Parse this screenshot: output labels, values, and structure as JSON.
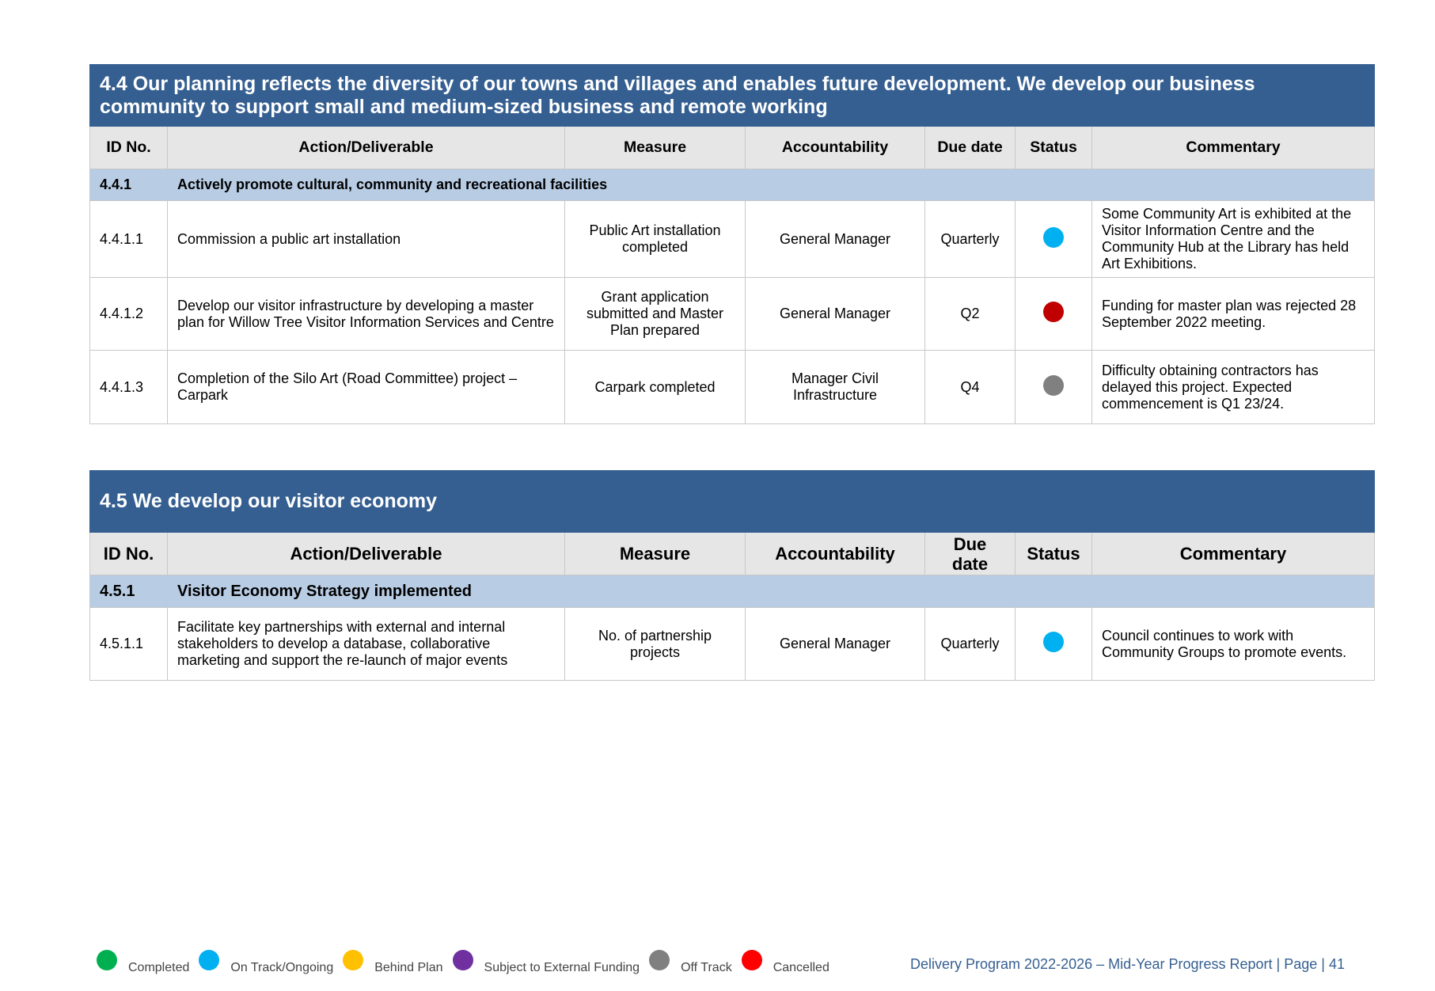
{
  "colors": {
    "completed": "#00b050",
    "on_track": "#00b0f0",
    "behind": "#ffc000",
    "external": "#7030a0",
    "off_track": "#808080",
    "cancelled": "#ff0000",
    "cancelled_dark": "#c00000"
  },
  "headers": [
    "ID No.",
    "Action/Deliverable",
    "Measure",
    "Accountability",
    "Due date",
    "Status",
    "Commentary"
  ],
  "t1": {
    "title": "4.4 Our planning reflects the diversity of our towns and villages and enables future development. We develop our business community to support small and medium-sized business and remote working",
    "sub_id": "4.4.1",
    "sub_text": "Actively promote cultural, community and recreational facilities",
    "rows": [
      {
        "id": "4.4.1.1",
        "action": "Commission a public art installation",
        "measure": "Public Art installation completed",
        "acc": "General Manager",
        "due": "Quarterly",
        "status": "on-track",
        "comment": "Some Community Art is exhibited at the Visitor Information Centre and the Community Hub at the Library has held Art Exhibitions."
      },
      {
        "id": "4.4.1.2",
        "action": "Develop our visitor infrastructure by developing a master plan for Willow Tree Visitor Information Services and Centre",
        "measure": "Grant application submitted and Master Plan prepared",
        "acc": "General Manager",
        "due": "Q2",
        "status": "cancelled",
        "comment": "Funding for master plan was rejected 28 September 2022 meeting."
      },
      {
        "id": "4.4.1.3",
        "action": "Completion of the Silo Art (Road Committee) project – Carpark",
        "measure": "Carpark completed",
        "acc": "Manager Civil Infrastructure",
        "due": "Q4",
        "status": "off-track",
        "comment": "Difficulty obtaining contractors has delayed this project. Expected commencement is Q1 23/24."
      }
    ]
  },
  "t2": {
    "title": "4.5 We develop our visitor economy",
    "sub_id": "4.5.1",
    "sub_text": "Visitor Economy Strategy implemented",
    "rows": [
      {
        "id": "4.5.1.1",
        "action": "Facilitate key partnerships with external and internal stakeholders to develop a database, collaborative marketing and support the re-launch of major events",
        "measure": "No. of partnership projects",
        "acc": "General Manager",
        "due": "Quarterly",
        "status": "on-track",
        "comment": "Council continues to work with Community Groups to promote events."
      }
    ]
  },
  "legend": [
    "Completed",
    "On Track/Ongoing",
    "Behind Plan",
    "Subject to External Funding",
    "Off Track",
    "Cancelled"
  ],
  "footer": "Delivery Program 2022-2026 – Mid-Year Progress Report | Page | 41"
}
